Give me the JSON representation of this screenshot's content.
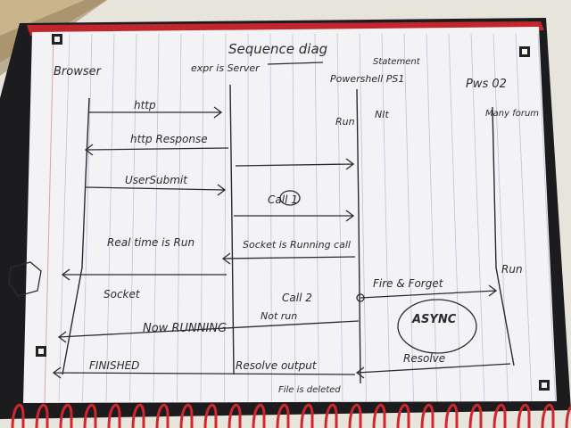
{
  "scene": {
    "description_free": true,
    "labels": {
      "title": "Sequence diag",
      "browser": "Browser",
      "express": "expr is Server",
      "powershell": "Powershell PS1",
      "pwsh2": "Pws 02",
      "pwsh2_sub": "Many forum",
      "statement": "Statement",
      "msg_http": "http",
      "msg_http_response": "http Response",
      "msg_user_submit": "UserSubmit",
      "msg_call1": "Call 1",
      "msg_socket_running": "Socket is Running call",
      "msg_realtime": "Real time is Run",
      "msg_socket": "Socket",
      "msg_call2": "Call 2",
      "msg_not_run": "Not run",
      "msg_fire_forget": "Fire & Forget",
      "msg_async": "ASYNC",
      "msg_now_running": "Now RUNNING",
      "msg_finished": "FINISHED",
      "msg_resolve": "Resolve output",
      "msg_file_deleted": "File is deleted",
      "msg_resolve2": "Resolve",
      "run_left": "Run",
      "run_right": "Run",
      "nit": "NIt"
    },
    "colors": {
      "ink": "#2a2a30",
      "paper": "#f3f3f6",
      "line": "#b9c3d8",
      "margin": "#d9a3a8",
      "wood": "#c9b48c",
      "wall": "#e7e4dc",
      "spiral": "#d0262d",
      "cover": "#1c1c1f"
    }
  }
}
